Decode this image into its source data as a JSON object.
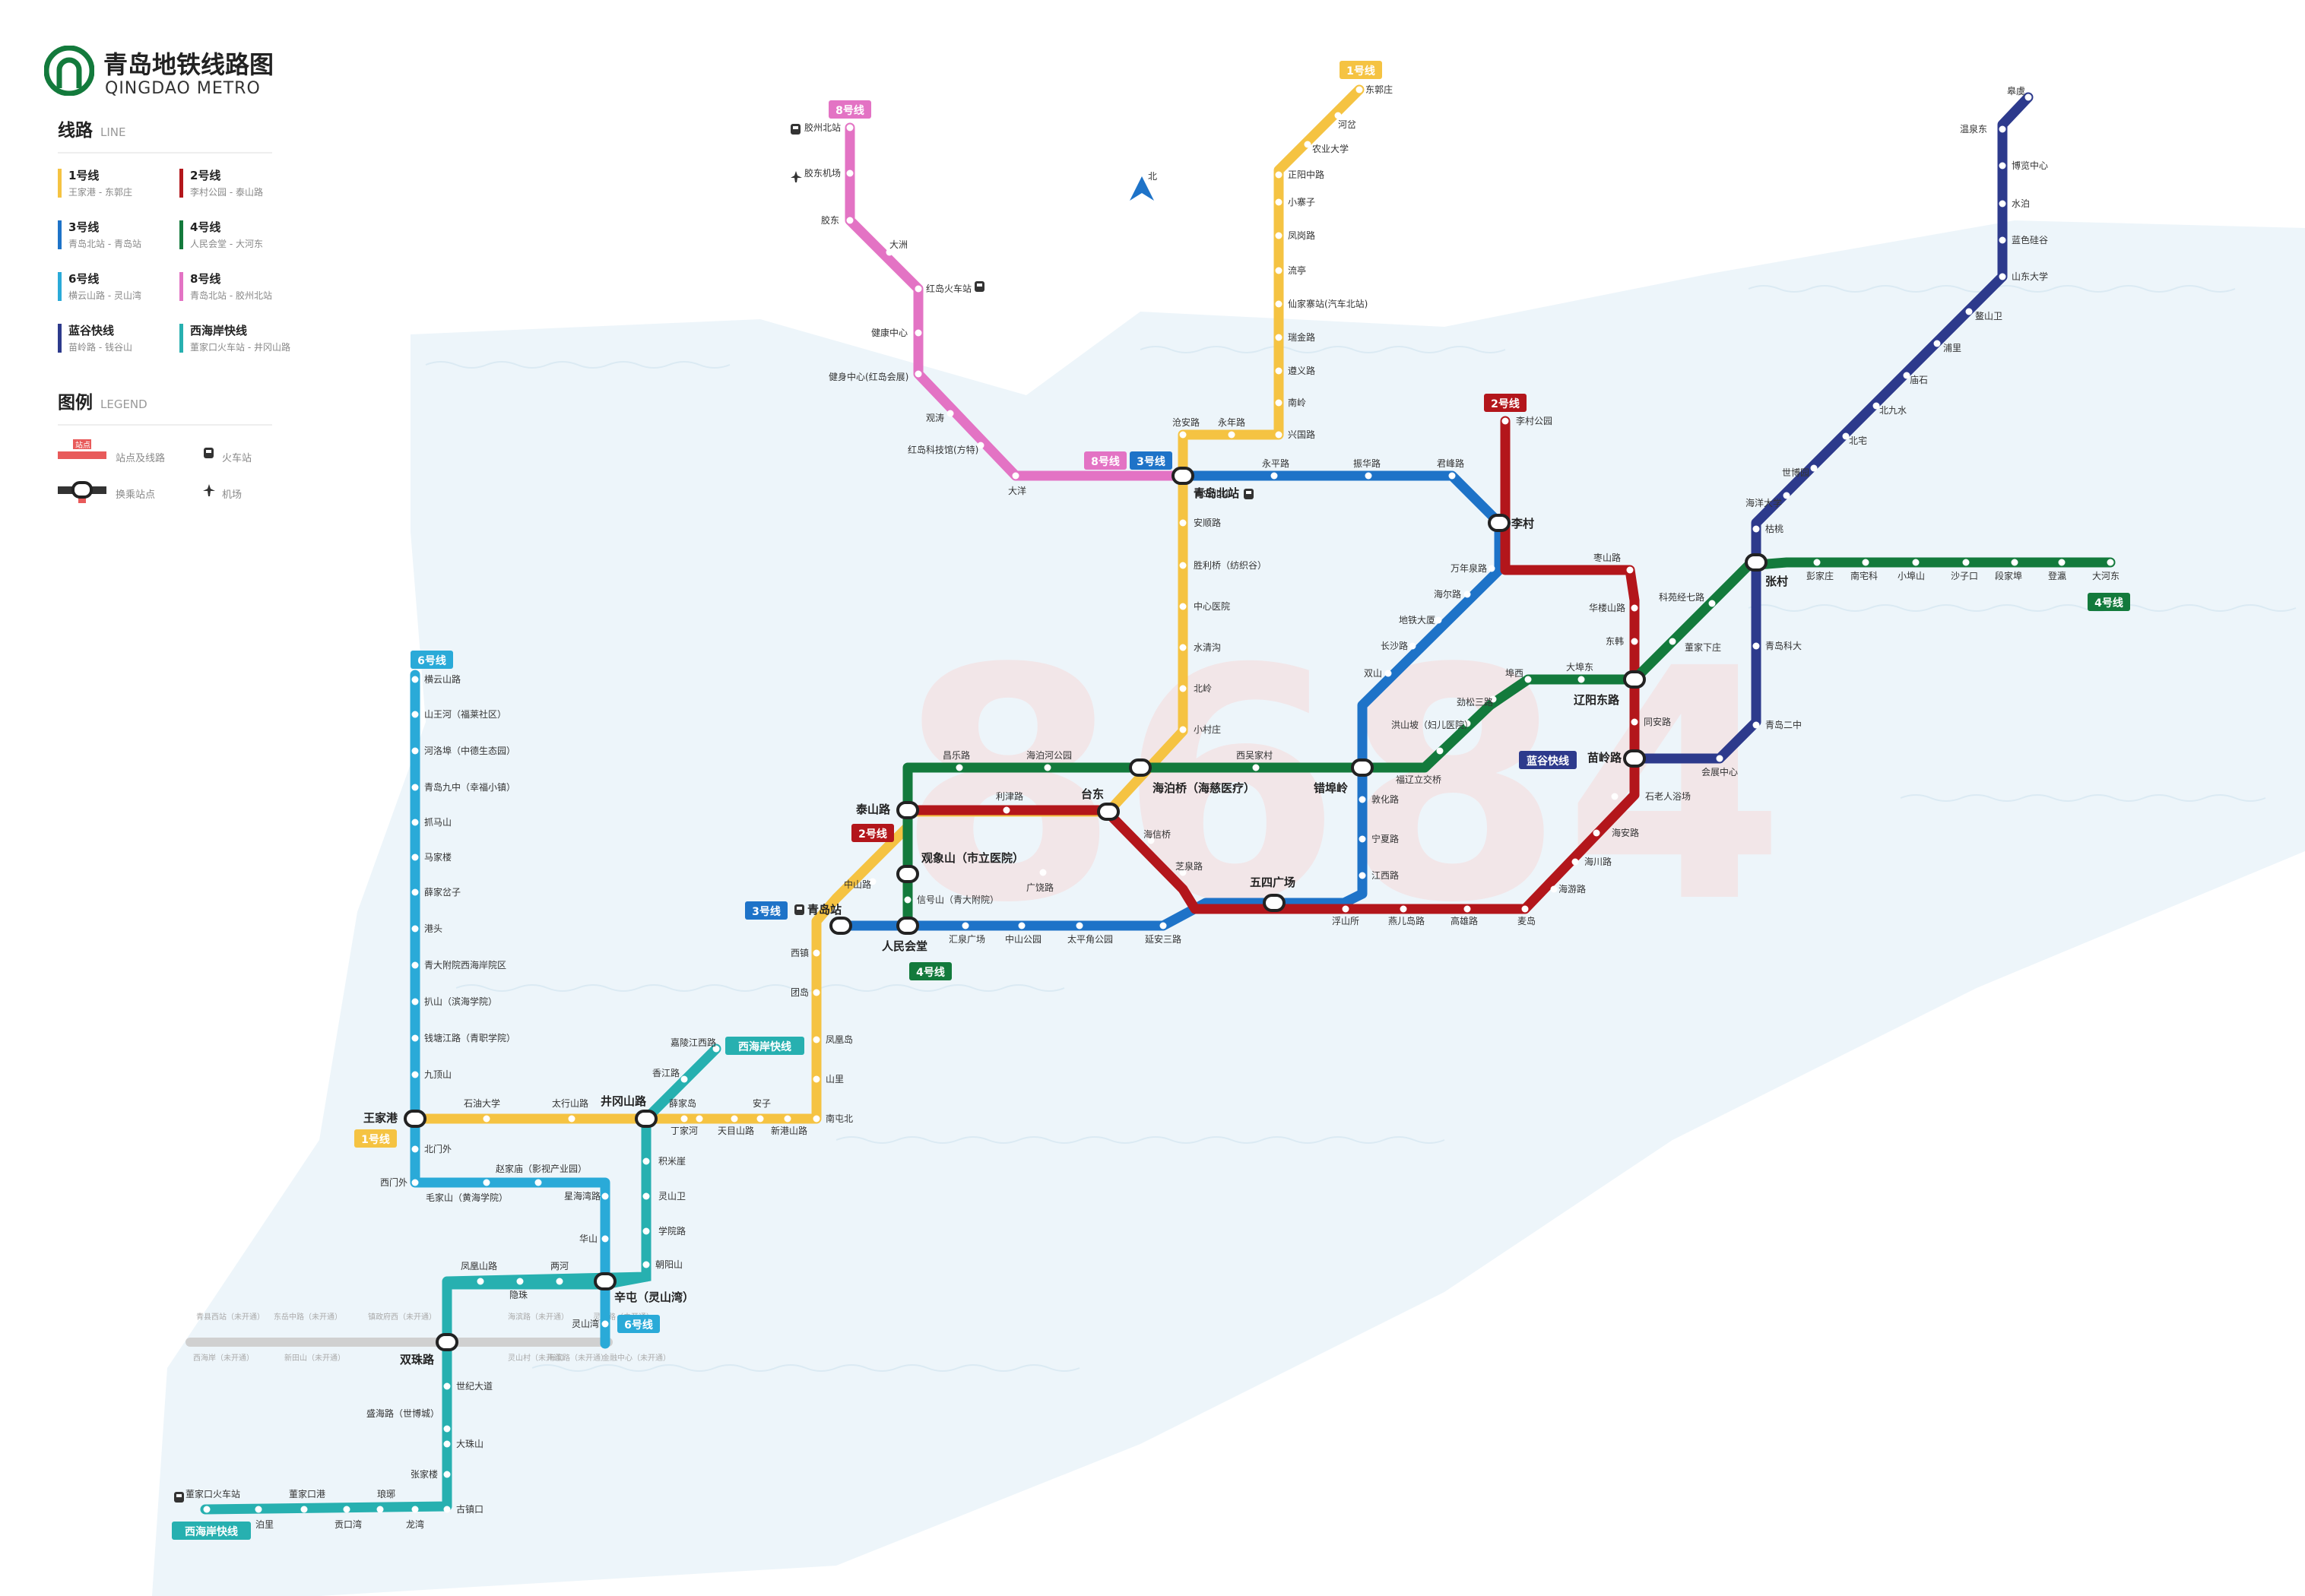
{
  "header": {
    "title_cn": "青岛地铁线路图",
    "title_en": "QINGDAO METRO"
  },
  "line_panel": {
    "title": "线路",
    "title_en": "LINE",
    "lines": [
      {
        "name": "1号线",
        "route": "王家港 - 东郭庄",
        "color": "#f5c342"
      },
      {
        "name": "2号线",
        "route": "李村公园 - 泰山路",
        "color": "#b3161b"
      },
      {
        "name": "3号线",
        "route": "青岛北站 - 青岛站",
        "color": "#1e73c8"
      },
      {
        "name": "4号线",
        "route": "人民会堂 - 大河东",
        "color": "#137a3c"
      },
      {
        "name": "6号线",
        "route": "横云山路 - 灵山湾",
        "color": "#2aaad8"
      },
      {
        "name": "8号线",
        "route": "青岛北站 - 胶州北站",
        "color": "#e373c4"
      },
      {
        "name": "蓝谷快线",
        "route": "苗岭路 - 钱谷山",
        "color": "#2d3a8c"
      },
      {
        "name": "西海岸快线",
        "route": "董家口火车站 - 井冈山路",
        "color": "#27b0b0"
      }
    ]
  },
  "legend_panel": {
    "title": "图例",
    "title_en": "LEGEND",
    "station_chip": "站点",
    "items": {
      "station_line": "站点及线路",
      "transfer": "换乘站点",
      "train": "火车站",
      "airport": "机场"
    }
  },
  "compass": {
    "label": "北"
  },
  "watermark": "8684",
  "line_tags": {
    "l1_top": "1号线",
    "l8_top": "8号线",
    "l8_mid": "8号线",
    "l3_mid": "3号线",
    "l2_top": "2号线",
    "l6_top": "6号线",
    "l1_left": "1号线",
    "l2_left": "2号线",
    "l3_left": "3号线",
    "l4_bottom": "4号线",
    "l4_right": "4号线",
    "blue_valley": "蓝谷快线",
    "west_coast_top": "西海岸快线",
    "l6_bottom": "6号线",
    "west_coast_bottom": "西海岸快线"
  },
  "stations": {
    "l1": [
      "东郭庄",
      "河岔",
      "农业大学",
      "正阳中路",
      "小寨子",
      "凤岗路",
      "流亭",
      "仙家寨站(汽车北站)",
      "瑞金路",
      "遵义路",
      "南岭",
      "兴国路",
      "沧安路",
      "永年路",
      "青岛北站",
      "安顺路",
      "胜利桥（纺织谷）",
      "中心医院",
      "水清沟",
      "北岭",
      "小村庄",
      "海泊桥（海慈医疗）",
      "台东",
      "广饶路",
      "观象山（市立医院）",
      "中山路",
      "青岛站",
      "西镇",
      "团岛",
      "凤凰岛",
      "山里",
      "南屯北",
      "新港山路",
      "天目山路",
      "丁家河",
      "井冈山路",
      "太行山路",
      "石油大学",
      "王家港"
    ],
    "l2": [
      "李村公园",
      "李村",
      "枣山路",
      "华楼山路",
      "东韩",
      "辽阳东路",
      "同安路",
      "苗岭路",
      "石老人浴场",
      "海安路",
      "海川路",
      "海游路",
      "麦岛",
      "高雄路",
      "燕儿岛路",
      "浮山所",
      "五四广场",
      "芝泉路",
      "海信桥",
      "台东",
      "利津路",
      "泰山路"
    ],
    "l3": [
      "青岛北站",
      "永平路",
      "振华路",
      "君峰路",
      "李村",
      "万年泉路",
      "海尔路",
      "地铁大厦",
      "长沙路",
      "双山",
      "错埠岭",
      "敦化路",
      "宁夏路",
      "江西路",
      "五四广场",
      "延安三路",
      "太平角公园",
      "中山公园",
      "汇泉广场",
      "人民会堂",
      "青岛站"
    ],
    "l4": [
      "人民会堂",
      "信号山（青大附院）",
      "观象山（市立医院）",
      "泰山路",
      "昌乐路",
      "海泊河公园",
      "海泊桥（海慈医疗）",
      "西吴家村",
      "错埠岭",
      "福辽立交桥",
      "洪山坡（妇儿医院）",
      "劲松三路",
      "埠西",
      "大埠东",
      "辽阳东路",
      "科苑经七路",
      "董家下庄",
      "张村",
      "彭家庄",
      "南宅科",
      "小埠山",
      "沙子口",
      "段家埠",
      "登瀛",
      "大河东"
    ],
    "l6": [
      "横云山路",
      "山王河（福莱社区）",
      "河洛埠（中德生态园）",
      "青岛九中（幸福小镇）",
      "抓马山",
      "马家楼",
      "薛家岔子",
      "港头",
      "青大附院西海岸院区",
      "扒山（滨海学院）",
      "钱塘江路（青职学院）",
      "九顶山",
      "王家港",
      "北门外",
      "西门外",
      "毛家山（黄海学院）",
      "赵家庙（影视产业园）",
      "星海湾路",
      "华山",
      "朝阳山",
      "辛屯（灵山湾）",
      "灵山湾"
    ],
    "l8": [
      "胶州北站",
      "胶东机场",
      "胶东",
      "大洲",
      "红岛火车站",
      "健康中心",
      "健身中心(红岛会展)",
      "观涛",
      "红岛科技馆(方特)",
      "大洋",
      "青岛北站"
    ],
    "blue_valley": [
      "皋虞",
      "温泉东",
      "博览中心",
      "水泊",
      "蓝色硅谷",
      "山东大学",
      "鳌山卫",
      "浦里",
      "庙石",
      "北九水",
      "北宅",
      "世博园",
      "海洋大学",
      "枯桃",
      "张村",
      "青岛科大",
      "青岛二中",
      "会展中心",
      "苗岭路"
    ],
    "west_coast": [
      "嘉陵江西路",
      "香江路",
      "井冈山路",
      "积米崖",
      "灵山卫",
      "学院路",
      "朝阳山",
      "辛屯（灵山湾）",
      "两河",
      "隐珠",
      "凤凰山路",
      "双珠路",
      "世纪大道",
      "盛海路（世博城）",
      "大珠山",
      "张家楼",
      "古镇口",
      "龙湾",
      "琅琊",
      "贡口湾",
      "董家口港",
      "泊里",
      "董家口火车站",
      "薛家岛",
      "安子"
    ],
    "future": [
      "青县西站（未开通）",
      "东岳中路（未开通）",
      "镇政府西（未开通）",
      "西海岸（未开通）",
      "新田山（未开通）",
      "海滨路（未开通）",
      "灵山村（未开通）",
      "海滨路（未开通）",
      "灵山路（未开通）",
      "金融中心（未开通）"
    ]
  },
  "colors": {
    "l1": "#f5c342",
    "l2": "#b3161b",
    "l3": "#1e73c8",
    "l4": "#137a3c",
    "l6": "#2aaad8",
    "l8": "#e373c4",
    "blue_valley": "#2d3a8c",
    "west_coast": "#27b0b0",
    "future": "#d0d0d0",
    "brand": "#137a3c",
    "sea": "#edf5fa"
  }
}
